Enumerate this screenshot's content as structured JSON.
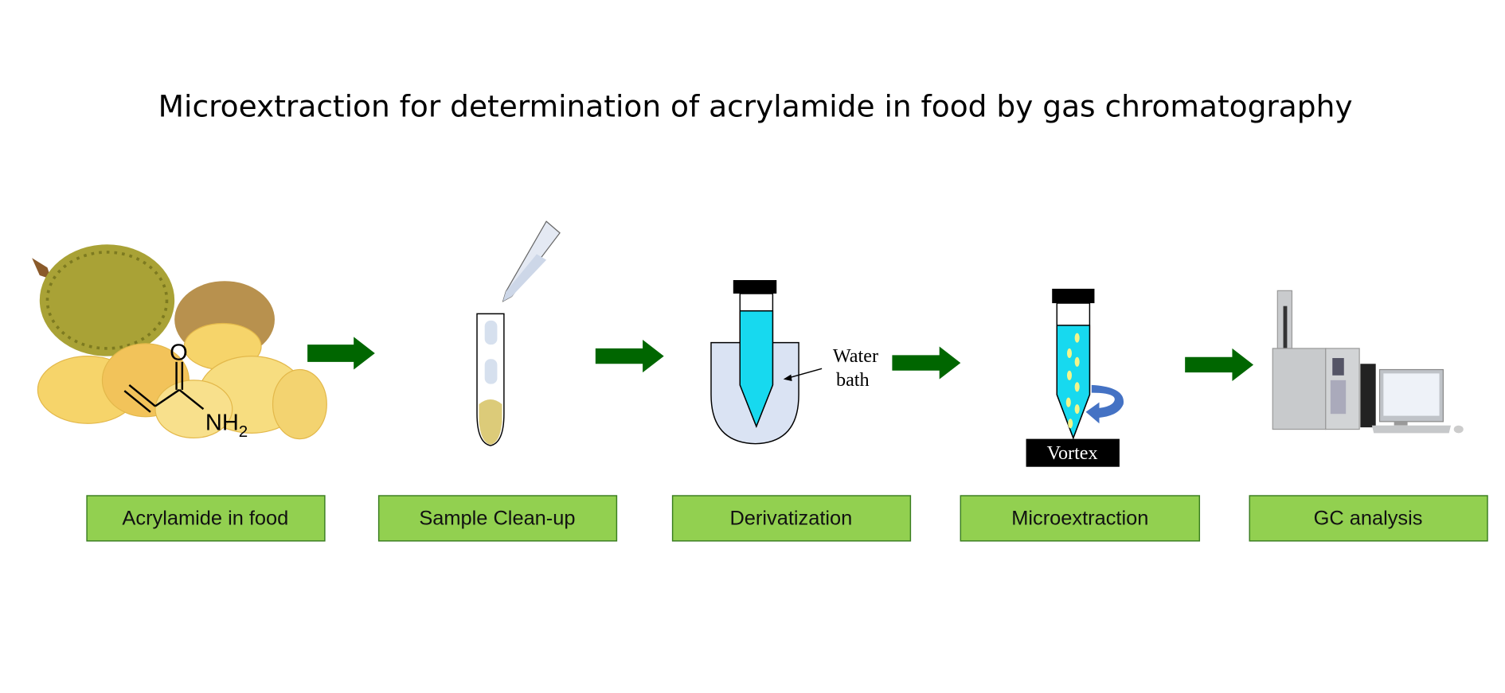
{
  "title": "Microextraction for determination of acrylamide in food by gas chromatography",
  "steps": [
    {
      "label": "Acrylamide in food"
    },
    {
      "label": "Sample Clean-up"
    },
    {
      "label": "Derivatization"
    },
    {
      "label": "Microextraction"
    },
    {
      "label": "GC analysis"
    }
  ],
  "annotations": {
    "water_bath_line1": "Water",
    "water_bath_line2": "bath",
    "vortex": "Vortex",
    "molecule_o": "O",
    "molecule_nh": "NH",
    "molecule_sub": "2"
  },
  "colors": {
    "arrow": "#006600",
    "label_box": "#92d050",
    "solution": "#17d9ef",
    "bath": "#dae3f3"
  }
}
